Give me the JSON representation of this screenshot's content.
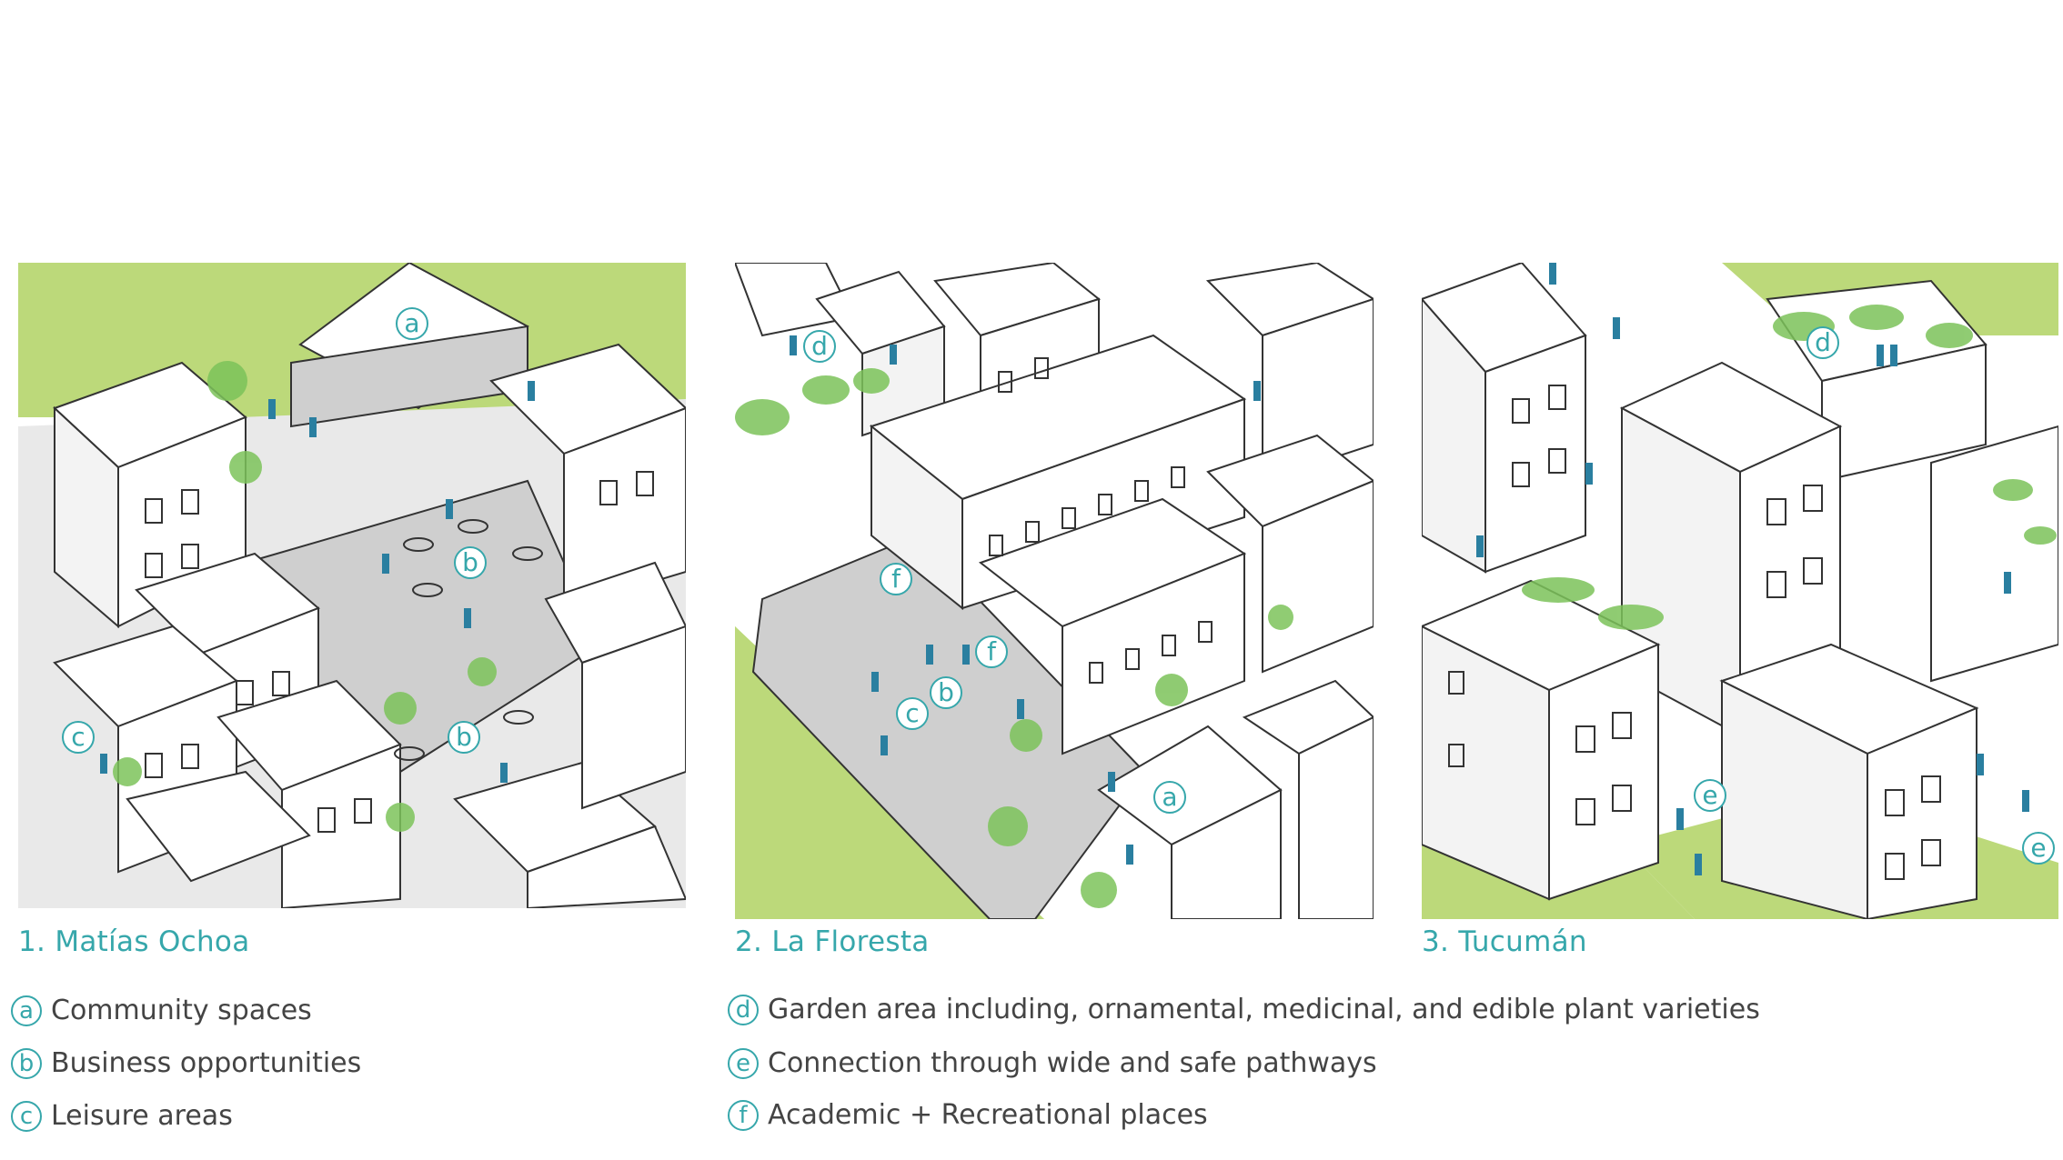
{
  "panels": [
    {
      "caption": "1. Matías Ochoa",
      "markers": [
        "a",
        "b",
        "b",
        "c"
      ]
    },
    {
      "caption": "2. La Floresta",
      "markers": [
        "d",
        "f",
        "f",
        "b",
        "c",
        "a"
      ]
    },
    {
      "caption": "3. Tucumán",
      "markers": [
        "d",
        "e",
        "e"
      ]
    }
  ],
  "legend": [
    {
      "letter": "a",
      "label": "Community spaces"
    },
    {
      "letter": "b",
      "label": "Business opportunities"
    },
    {
      "letter": "c",
      "label": "Leisure areas"
    },
    {
      "letter": "d",
      "label": "Garden area including, ornamental, medicinal, and edible plant varieties"
    },
    {
      "letter": "e",
      "label": "Connection through wide and safe pathways"
    },
    {
      "letter": "f",
      "label": "Academic + Recreational places"
    }
  ],
  "colors": {
    "accent": "#36a7ab",
    "ground": "#bcd97a",
    "plant": "#7cc35a",
    "people": "#2a7fa0",
    "building": "#ffffff",
    "shadow": "#c9c9c9"
  }
}
